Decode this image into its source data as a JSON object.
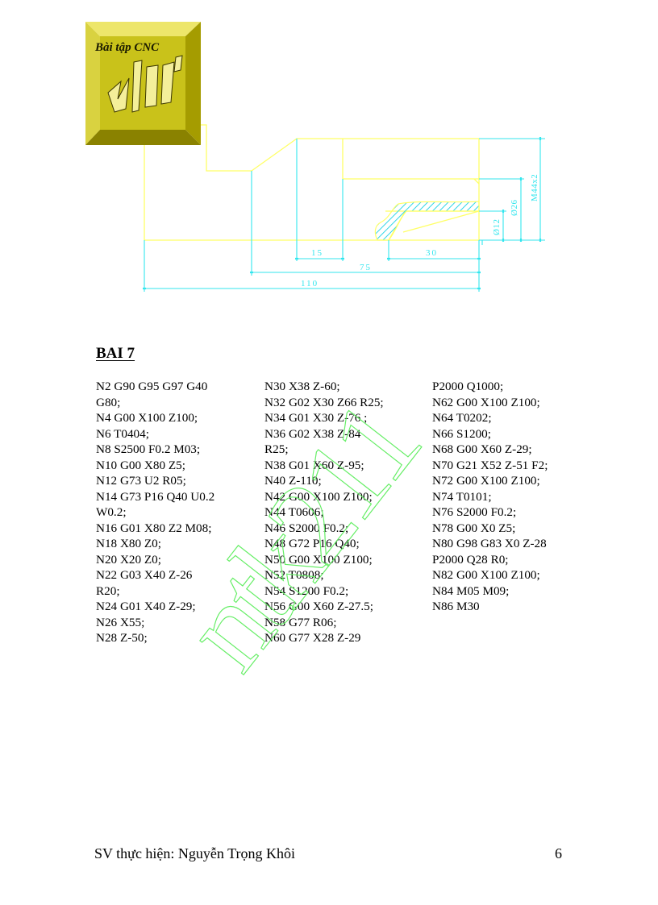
{
  "logo": {
    "title": "Bài tập CNC",
    "subtitle_art": "Khôi",
    "colors": {
      "face": "#c9c21a",
      "light": "#ede66a",
      "dark": "#8a8200"
    }
  },
  "drawing": {
    "colors": {
      "outline": "#ffff66",
      "dimension": "#33e6ee",
      "hatch": "#33d6e6"
    },
    "dimensions": {
      "d15": "15",
      "d30": "30",
      "d75": "75",
      "d110": "110",
      "thread": "M44x2",
      "bore_dia": "Ø26",
      "hole_dia": "Ø12"
    }
  },
  "watermark": {
    "text": "ntk211",
    "color": "#66ee66"
  },
  "heading": "BAI 7",
  "program": {
    "column1": [
      "N2 G90 G95 G97 G40",
      "G80;",
      "N4 G00 X100 Z100;",
      "N6 T0404;",
      "N8 S2500 F0.2 M03;",
      "N10 G00 X80 Z5;",
      "N12 G73 U2 R05;",
      "N14 G73 P16 Q40 U0.2",
      "W0.2;",
      "N16 G01 X80 Z2 M08;",
      "N18 X80 Z0;",
      "N20 X20 Z0;",
      "N22 G03 X40 Z-26",
      "R20;",
      "N24 G01 X40 Z-29;",
      "N26 X55;",
      "N28 Z-50;"
    ],
    "column2": [
      "N30 X38 Z-60;",
      "N32 G02 X30 Z66 R25;",
      "N34 G01 X30 Z-76 ;",
      "N36 G02 X38 Z-84",
      "R25;",
      "N38 G01 X60 Z-95;",
      "N40 Z-110;",
      "N42 G00 X100 Z100;",
      "N44 T0606;",
      "N46 S2000 F0.2;",
      "N48 G72 P16 Q40;",
      "N50 G00 X100 Z100;",
      "N52 T0808;",
      "N54 S1200 F0.2;",
      "N56 G00 X60 Z-27.5;",
      "N58 G77 R06;",
      "N60 G77 X28 Z-29"
    ],
    "column3": [
      "P2000 Q1000;",
      "N62 G00 X100 Z100;",
      "N64 T0202;",
      "N66 S1200;",
      "N68 G00 X60 Z-29;",
      "N70 G21 X52 Z-51 F2;",
      "N72 G00 X100 Z100;",
      "N74 T0101;",
      "N76 S2000 F0.2;",
      "N78 G00 X0 Z5;",
      "N80 G98 G83 X0 Z-28",
      "P2000 Q28 R0;",
      "N82 G00 X100 Z100;",
      "N84 M05 M09;",
      "N86 M30"
    ]
  },
  "footer": {
    "author": "SV thực hiện: Nguyễn Trọng Khôi",
    "page_number": "6"
  }
}
